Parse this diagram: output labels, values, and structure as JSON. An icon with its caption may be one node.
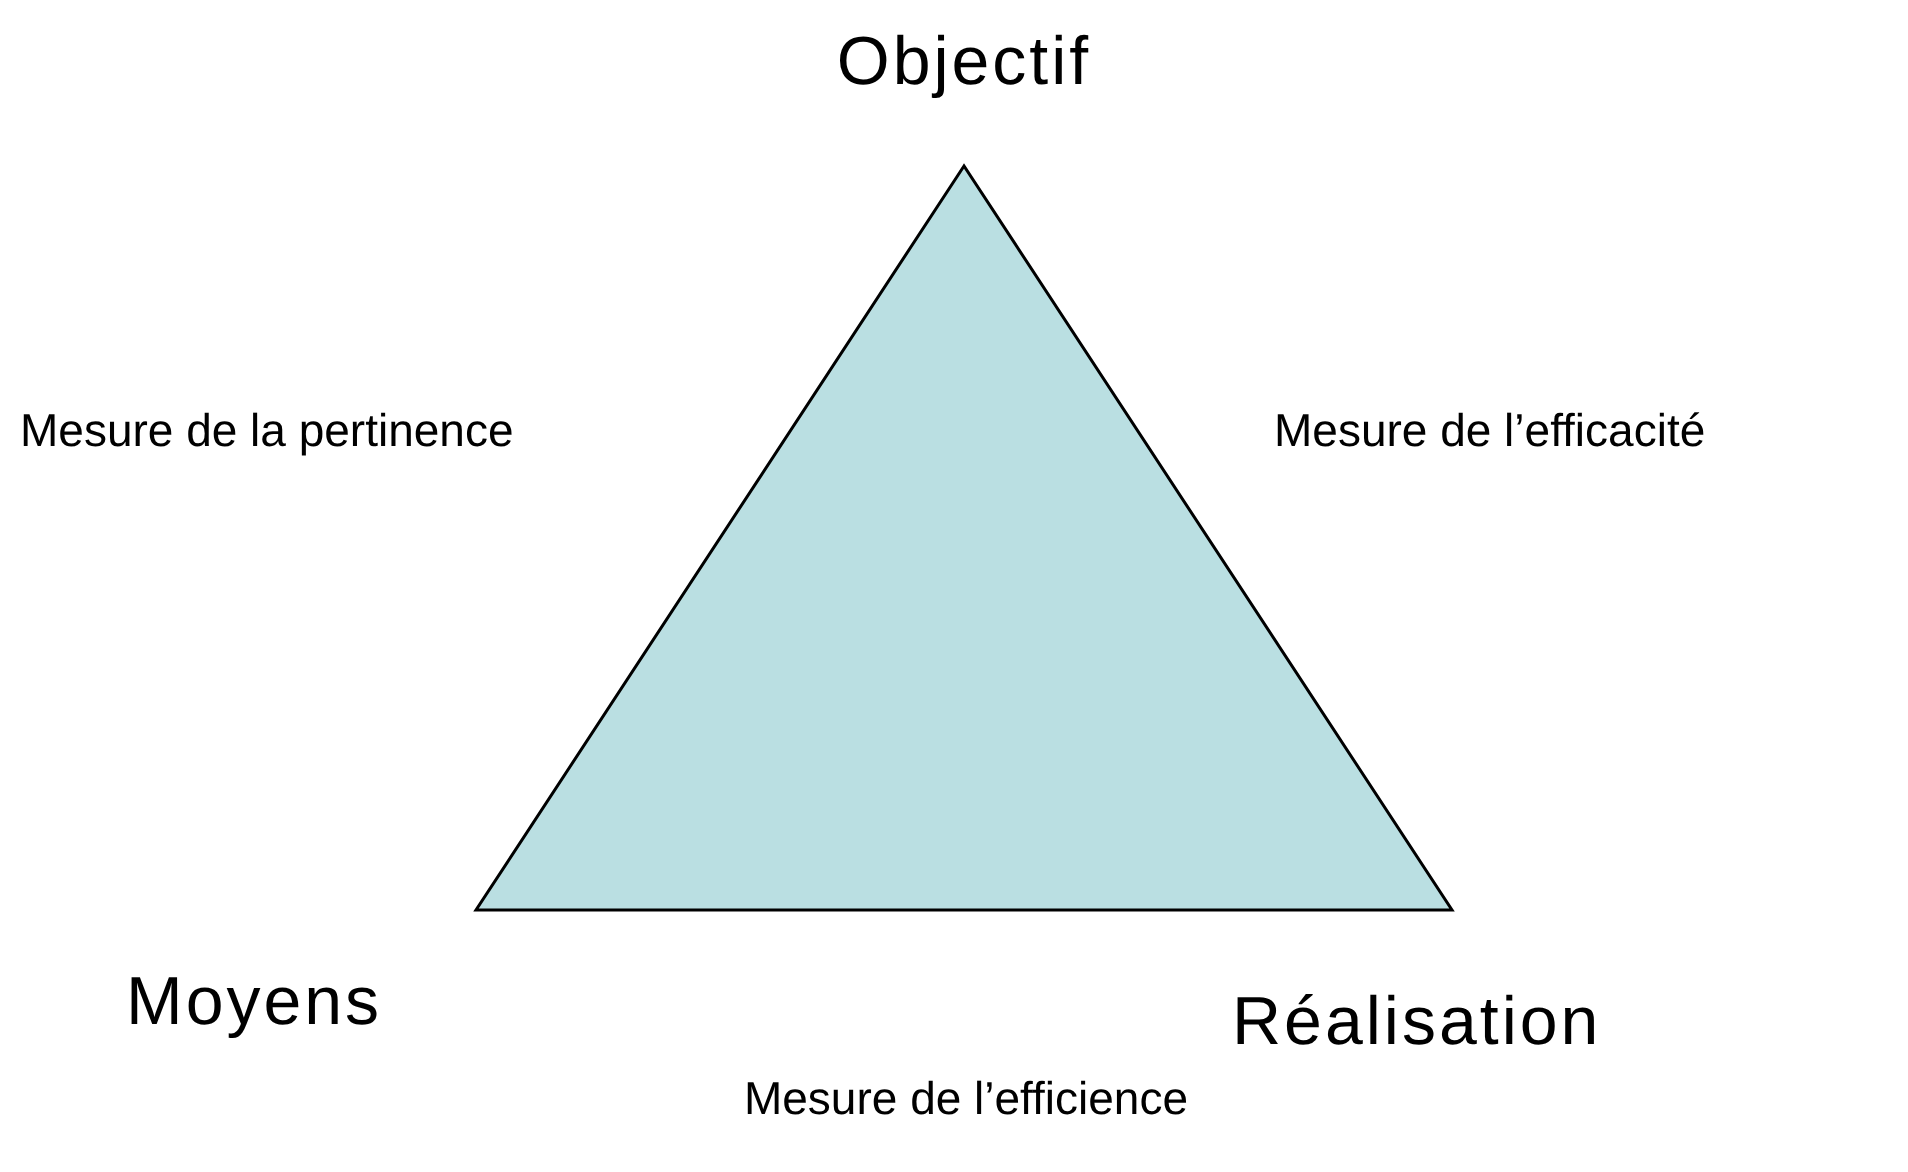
{
  "diagram": {
    "nodes": [
      {
        "text": [],
        "shape": "triangle"
      }
    ],
    "labels": [
      "Objectif",
      "Mesure de la pertinence",
      "Mesure de l’efficacité",
      "Moyens",
      "Réalisation",
      "Mesure de l’efficience"
    ]
  }
}
